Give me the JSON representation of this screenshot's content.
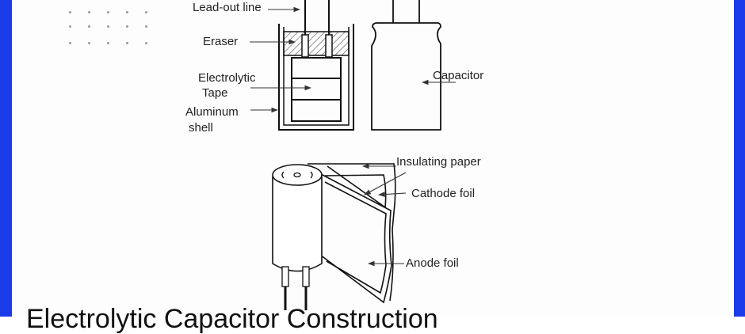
{
  "title": "Electrolytic Capacitor Construction",
  "colors": {
    "frame": "#1a3be8",
    "ink": "#111111",
    "background": "#fdfdfd"
  },
  "top_diagram": {
    "labels": {
      "lead_out_line": "Lead-out line",
      "eraser": "Eraser",
      "electrolytic_tape_1": "Electrolytic",
      "electrolytic_tape_2": "Tape",
      "aluminum_shell_1": "Aluminum",
      "aluminum_shell_2": "shell",
      "capacitor": "Capacitor"
    }
  },
  "bottom_diagram": {
    "labels": {
      "insulating_paper": "Insulating paper",
      "cathode_foil": "Cathode foil",
      "anode_foil": "Anode foil"
    }
  }
}
